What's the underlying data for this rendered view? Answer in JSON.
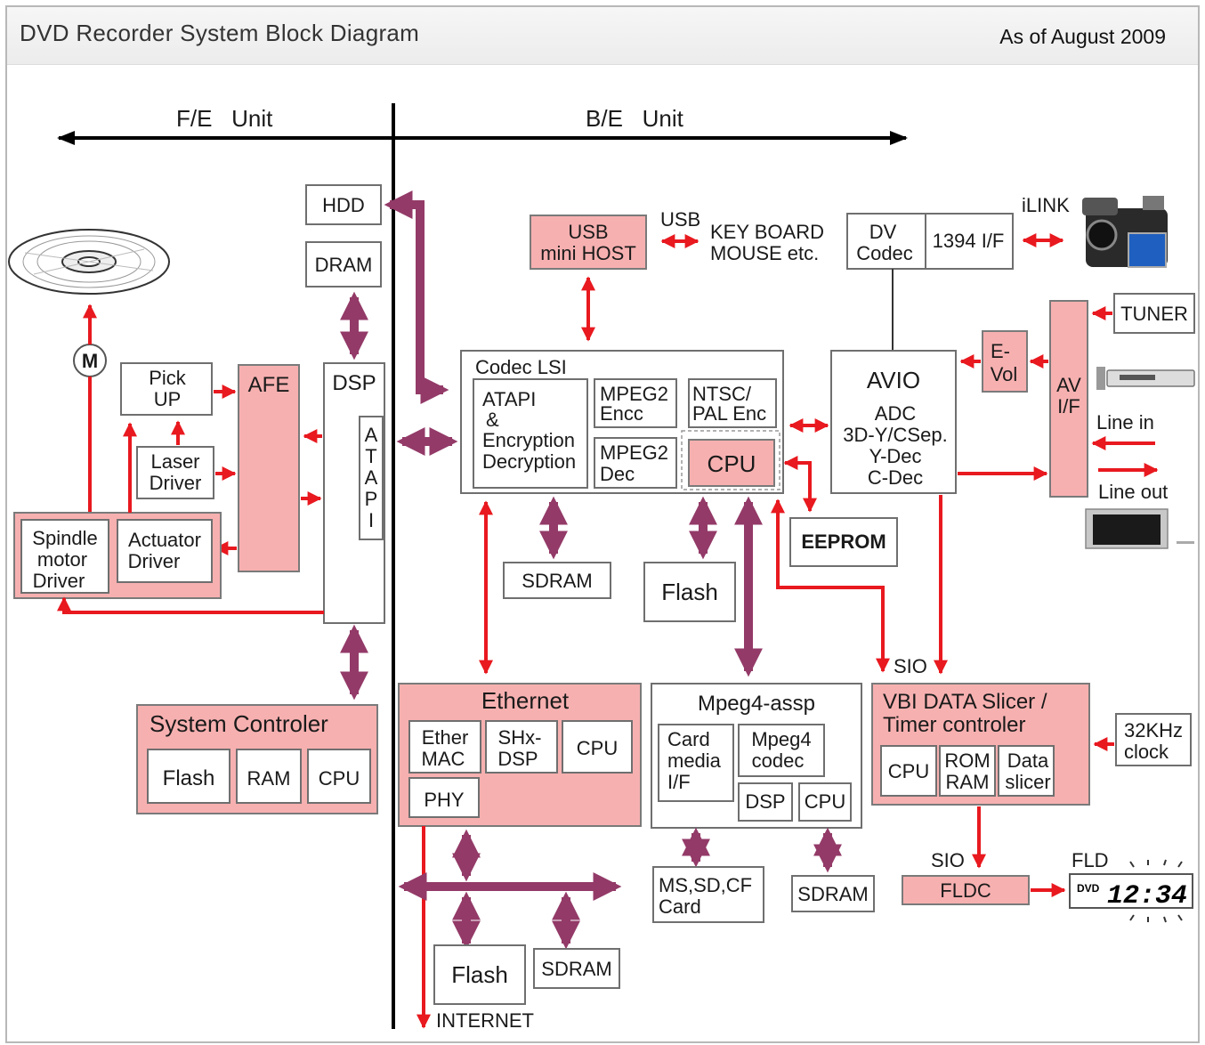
{
  "title": "DVD Recorder System Block Diagram",
  "as_of": "As of August 2009",
  "units": {
    "fe": "F/E   Unit",
    "be": "B/E   Unit"
  },
  "blocks": {
    "hdd": "HDD",
    "dram": "DRAM",
    "dsp": "DSP",
    "atapi_vertical": [
      "A",
      "T",
      "A",
      "P",
      "I"
    ],
    "afe": "AFE",
    "pickup": [
      "Pick",
      "UP"
    ],
    "laser_driver": [
      "Laser",
      "Driver"
    ],
    "spindle_driver": [
      "Spindle",
      "motor",
      "Driver"
    ],
    "actuator_driver": [
      "Actuator",
      "Driver"
    ],
    "motor": "M",
    "system_controller": {
      "title": "System Controler",
      "flash": "Flash",
      "ram": "RAM",
      "cpu": "CPU"
    },
    "usb_host": [
      "USB",
      "mini HOST"
    ],
    "usb_label": "USB",
    "keyboard": [
      "KEY BOARD",
      "MOUSE etc."
    ],
    "codec_lsi": {
      "title": "Codec LSI",
      "atapi": [
        "ATAPI",
        "&",
        "Encryption",
        "Decryption"
      ],
      "mpeg2_enc": [
        "MPEG2",
        "Encc"
      ],
      "mpeg2_dec": [
        "MPEG2",
        "Dec"
      ],
      "ntsc": [
        "NTSC/",
        "PAL Enc"
      ],
      "cpu": "CPU"
    },
    "sdram1": "SDRAM",
    "flash1": "Flash",
    "eeprom": "EEPROM",
    "dv_codec": [
      "DV",
      "Codec"
    ],
    "i1394": "1394 I/F",
    "ilink": "iLINK",
    "avio": {
      "title": "AVIO",
      "lines": [
        "ADC",
        "3D-Y/CSep.",
        "Y-Dec",
        "C-Dec"
      ]
    },
    "evol": [
      "E-",
      "Vol"
    ],
    "av_if": [
      "AV",
      "I/F"
    ],
    "tuner": "TUNER",
    "line_in": "Line in",
    "line_out": "Line out",
    "ethernet": {
      "title": "Ethernet",
      "ether_mac": [
        "Ether",
        "MAC"
      ],
      "shx_dsp": [
        "SHx-",
        "DSP"
      ],
      "cpu": "CPU",
      "phy": "PHY"
    },
    "mpeg4": {
      "title": "Mpeg4-assp",
      "card_if": [
        "Card",
        "media",
        "I/F"
      ],
      "codec": [
        "Mpeg4",
        "codec"
      ],
      "dsp": "DSP",
      "cpu": "CPU"
    },
    "vbi": {
      "title": [
        "VBI DATA Slicer /",
        "Timer controler"
      ],
      "cpu": "CPU",
      "rom_ram": [
        "ROM",
        "RAM"
      ],
      "data_slicer": [
        "Data",
        "slicer"
      ]
    },
    "clock": [
      "32KHz",
      "clock"
    ],
    "sio1": "SIO",
    "sio2": "SIO",
    "fldc": "FLDC",
    "fld": "FLD",
    "fld_display": {
      "prefix": "DVD",
      "time": "12:34"
    },
    "card": [
      "MS,SD,CF",
      "Card"
    ],
    "sdram2": "SDRAM",
    "flash2": "Flash",
    "sdram3": "SDRAM",
    "internet": "INTERNET"
  },
  "colors": {
    "accent_pink": "#f7b0b0",
    "arrow_red": "#e8191f",
    "bus_purple": "#933a68"
  }
}
